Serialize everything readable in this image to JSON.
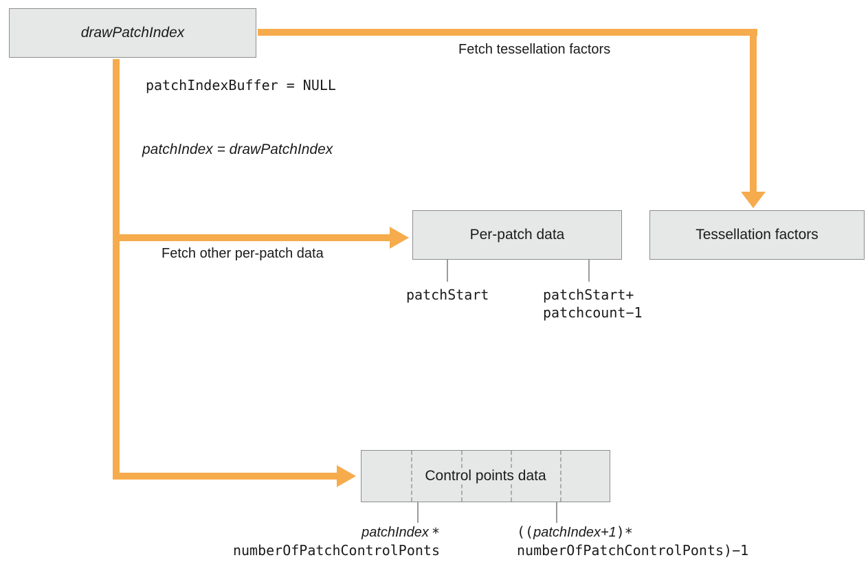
{
  "diagram": {
    "title": "drawPatchIndex tessellation data fetch diagram",
    "colors": {
      "arrow": "#f6ab4d",
      "box_fill": "#e6e7e7",
      "box_border": "#8c8c8c",
      "tick": "#9b9b9b",
      "dashed_divider": "#ababab",
      "text": "#1a1a1a",
      "background": "#ffffff"
    }
  },
  "nodes": {
    "draw_patch_index": {
      "label": "drawPatchIndex"
    },
    "per_patch_data": {
      "label": "Per-patch data"
    },
    "tessellation_factors": {
      "label": "Tessellation factors"
    },
    "control_points_data": {
      "label": "Control points data"
    }
  },
  "edges": {
    "fetch_tessellation": {
      "label": "Fetch tessellation factors"
    },
    "fetch_per_patch": {
      "label": "Fetch other per-patch data"
    }
  },
  "annotations": {
    "patch_index_buffer": "patchIndexBuffer = NULL",
    "patch_index_assign": "patchIndex = drawPatchIndex",
    "patch_start": "patchStart",
    "patch_start_plus": {
      "line1": "patchStart+",
      "line2": "patchcount−1"
    },
    "cp_left": {
      "var": "patchIndex",
      "op": "*",
      "line2": "numberOfPatchControlPonts"
    },
    "cp_right": {
      "open": "((",
      "var": "patchIndex+1",
      "close": ")",
      "op": "*",
      "line2": "numberOfPatchControlPonts)−1"
    }
  }
}
